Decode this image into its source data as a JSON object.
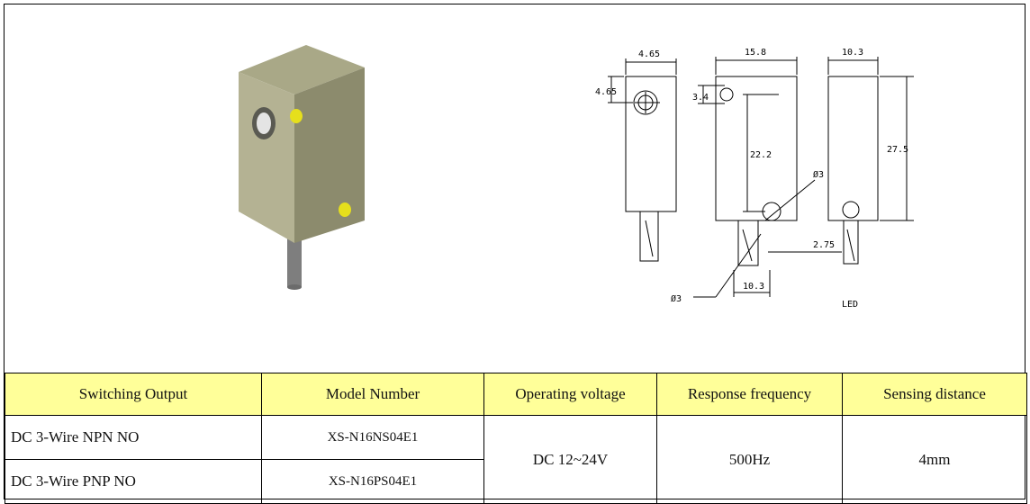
{
  "drawing_labels": {
    "w1": "4.65",
    "w2": "15.8",
    "w3": "10.3",
    "h1": "4.65",
    "h2": "3.4",
    "h3": "22.2",
    "h4": "27.5",
    "hole": "Ø3",
    "w4": "2.75",
    "cable": "Ø3",
    "w5": "10.3",
    "led": "LED"
  },
  "table": {
    "headers": [
      "Switching Output",
      "Model Number",
      "Operating voltage",
      "Response frequency",
      "Sensing distance"
    ],
    "rows": [
      {
        "output": "DC 3-Wire NPN NO",
        "model": "XS-N16NS04E1"
      },
      {
        "output": "DC 3-Wire PNP NO",
        "model": "XS-N16PS04E1"
      }
    ],
    "voltage": "DC 12~24V",
    "frequency": "500Hz",
    "distance": "4mm"
  },
  "colors": {
    "header_bg": "#ffff99",
    "sensor_body": "#b5b395",
    "sensor_led": "#e8e020"
  }
}
